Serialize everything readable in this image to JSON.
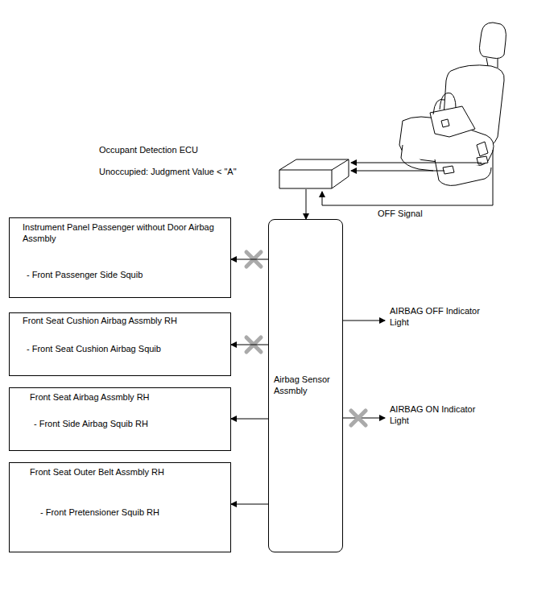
{
  "diagram": {
    "nodes": [
      {
        "text": [
          "Occupant Detection ECU",
          "Unoccupied: Judgment Value < \"A\""
        ]
      },
      {
        "text": [
          "Instrument Panel Passenger without Door Airbag Assmbly",
          "- Front Passenger Side Squib"
        ]
      },
      {
        "text": [
          "Front Seat Cushion Airbag Assmbly RH",
          "- Front Seat Cushion Airbag Squib"
        ]
      },
      {
        "text": [
          "Front Seat Airbag Assmbly RH",
          "- Front Side Airbag Squib RH"
        ]
      },
      {
        "text": [
          "Front Seat Outer Belt Assmbly RH",
          "- Front Pretensioner Squib RH"
        ]
      },
      {
        "text": [
          "Airbag Sensor Assmbly"
        ]
      }
    ],
    "edges": [
      {
        "from": 0,
        "to": 5,
        "arrow": "to"
      },
      {
        "from": 5,
        "to": 1,
        "arrow": "to"
      },
      {
        "from": 5,
        "to": 2,
        "arrow": "to"
      },
      {
        "from": 5,
        "to": 3,
        "arrow": "to"
      },
      {
        "from": 5,
        "to": 4,
        "arrow": "to"
      }
    ],
    "labels": [
      "OFF Signal",
      "AIRBAG OFF Indicator Light",
      "AIRBAG ON Indicator Light"
    ]
  }
}
